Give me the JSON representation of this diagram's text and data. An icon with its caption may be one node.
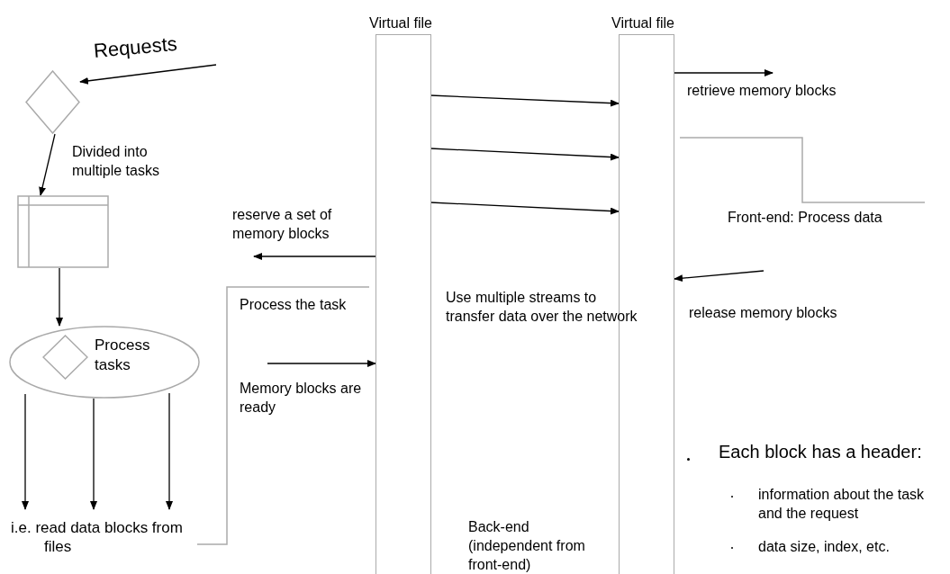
{
  "diagram": {
    "nodes": [
      {
        "text": [],
        "shape": "diamond"
      },
      {
        "text": [],
        "shape": "box"
      },
      {
        "text": [
          "Process tasks"
        ]
      },
      {
        "text": [],
        "shape": "diamond",
        "in": 2
      },
      {
        "text": [
          "i.e. read data blocks from files"
        ]
      },
      {
        "text": [
          "Virtual file"
        ]
      },
      {
        "text": [
          "Virtual file"
        ]
      }
    ],
    "edges": [
      {
        "from": null,
        "to": 0,
        "arrow": "to",
        "label": "Requests"
      },
      {
        "from": 0,
        "to": 1,
        "arrow": "to",
        "label": "Divided into multiple tasks"
      },
      {
        "from": 1,
        "to": 2,
        "arrow": "to"
      },
      {
        "from": 2,
        "to": 4,
        "arrow": "to"
      },
      {
        "from": 2,
        "to": 4,
        "arrow": "to"
      },
      {
        "from": 2,
        "to": 4,
        "arrow": "to"
      },
      {
        "from": 5,
        "to": 6,
        "arrow": "to"
      },
      {
        "from": 5,
        "to": 6,
        "arrow": "to"
      },
      {
        "from": 5,
        "to": 6,
        "arrow": "to"
      },
      {
        "from": 5,
        "to": null,
        "arrow": "to",
        "label": "reserve a set of memory  blocks"
      },
      {
        "from": null,
        "to": 5,
        "arrow": "to",
        "label": "Memory blocks are ready"
      },
      {
        "from": 6,
        "to": null,
        "arrow": "to",
        "label": "retrieve memory blocks"
      },
      {
        "from": null,
        "to": 6,
        "arrow": "to",
        "label": "release memory blocks"
      }
    ],
    "labels": [
      "Process the task",
      "Use multiple streams to transfer data over the network",
      "Front-end: Process data",
      "Back-end (independent from front-end)",
      "Each block has a header:",
      "information about the task and the request",
      "data size, index, etc."
    ]
  }
}
